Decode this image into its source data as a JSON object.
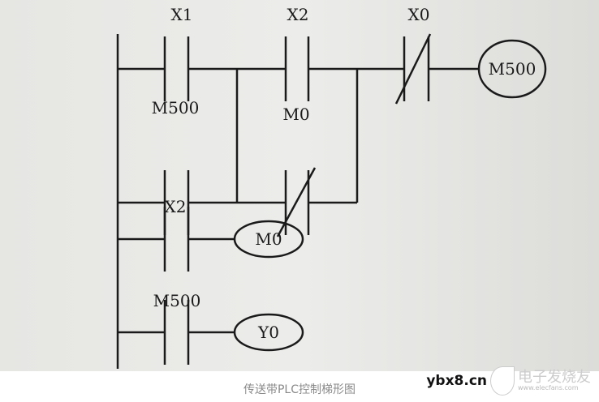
{
  "diagram": {
    "rungs": [
      {
        "contacts": [
          {
            "label": "X1",
            "type": "NO"
          },
          {
            "label": "X2",
            "type": "NO"
          },
          {
            "label": "X0",
            "type": "NC"
          }
        ],
        "parallel": [
          {
            "label": "M500",
            "type": "NO"
          },
          {
            "label": "M0",
            "type": "NC"
          }
        ],
        "coil": "M500"
      },
      {
        "contacts": [
          {
            "label": "X2",
            "type": "NO"
          }
        ],
        "coil": "M0"
      },
      {
        "contacts": [
          {
            "label": "M500",
            "type": "NO"
          }
        ],
        "coil": "Y0"
      }
    ]
  },
  "caption": "传送带PLC控制梯形图",
  "watermark": {
    "site": "ybx8.cn",
    "brand": "电子发烧友",
    "url": "www.elecfans.com"
  }
}
